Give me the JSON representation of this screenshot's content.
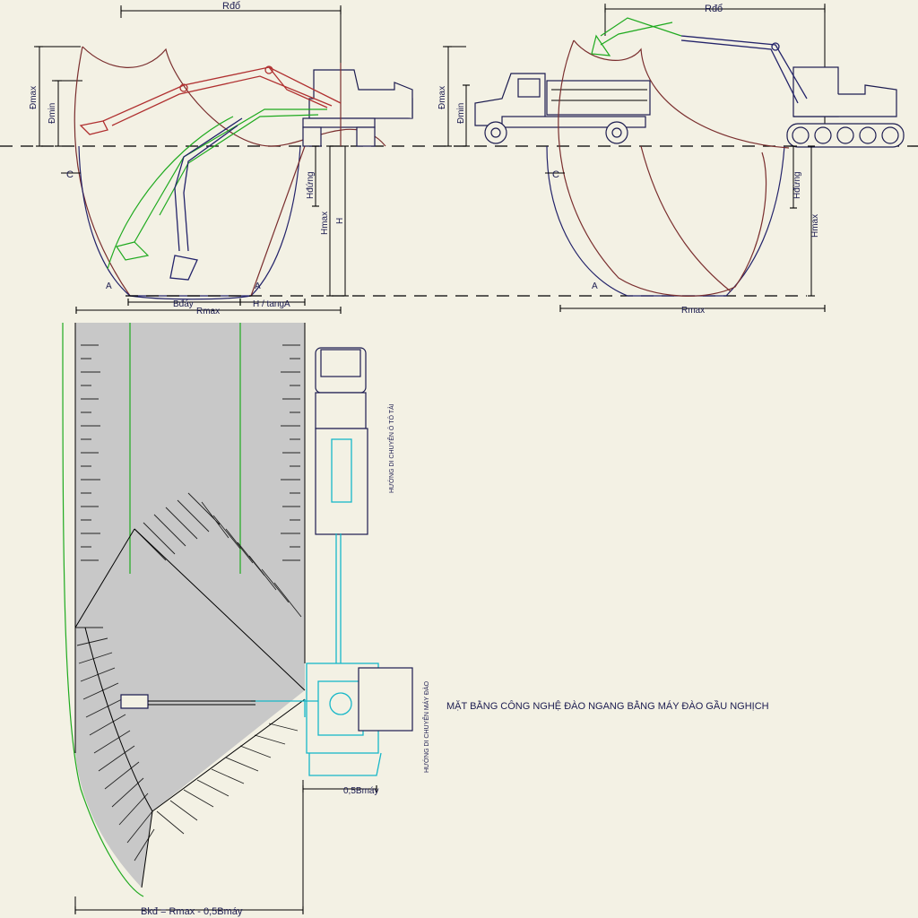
{
  "labels": {
    "r_do_left": "Rđổ",
    "r_do_right": "Rđổ",
    "d_max_left": "Đmax",
    "d_min_left": "Đmin",
    "d_max_right": "Đmax",
    "d_min_right": "Đmin",
    "c_left": "C",
    "c_right": "C",
    "h_dung_left": "Hđứng",
    "h_max_left": "Hmax",
    "h_left": "H",
    "h_dung_right": "Hđứng",
    "h_max_right": "Hmax",
    "angle_a1": "A",
    "angle_a2": "A",
    "angle_a3": "A",
    "b_day": "Bđáy",
    "h_tang": "H / tangA",
    "r_max_left": "Rmax",
    "r_max_right": "Rmax",
    "truck_direction": "HƯỚNG DI CHUYỂN Ô TÔ TẢI",
    "excavator_direction": "HƯỚNG DI CHUYỂN MÁY ĐÀO",
    "plan_title": "MẶT BẰNG CÔNG NGHỆ ĐÀO NGANG BẰNG MÁY ĐÀO GẦU NGHỊCH",
    "half_width": "0,5Bmáy",
    "bottom_width": "Bkđ = Rmax - 0,5Bmáy"
  },
  "colors": {
    "background": "#f3f1e4",
    "pit_fill": "#c8c8c8",
    "truck_bed": "#f0f01c",
    "green_lines": "#1faa1f",
    "cyan_machine": "#17b7c8",
    "dark_line": "#23236a",
    "red_line": "#b03030"
  }
}
